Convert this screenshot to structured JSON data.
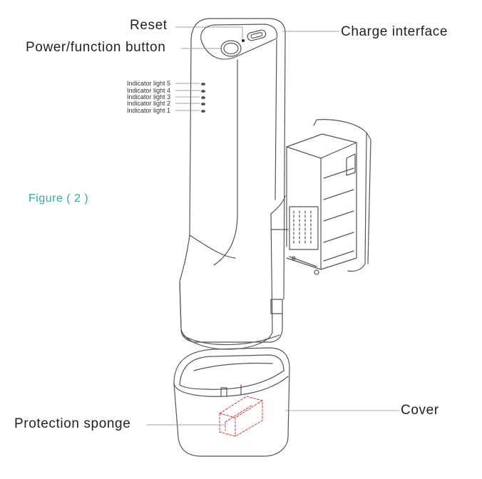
{
  "figure_caption": "Figure ( 2 )",
  "caption_color": "#3aa89a",
  "labels": {
    "reset": "Reset",
    "power_button": "Power/function button",
    "charge_interface": "Charge interface",
    "protection_sponge": "Protection sponge",
    "cover": "Cover"
  },
  "indicator_lights": [
    "Indicator light 5",
    "Indicator light 4",
    "Indicator light 3",
    "Indicator light 2",
    "Indicator light 1"
  ],
  "sponge_color": "#d63a3a"
}
